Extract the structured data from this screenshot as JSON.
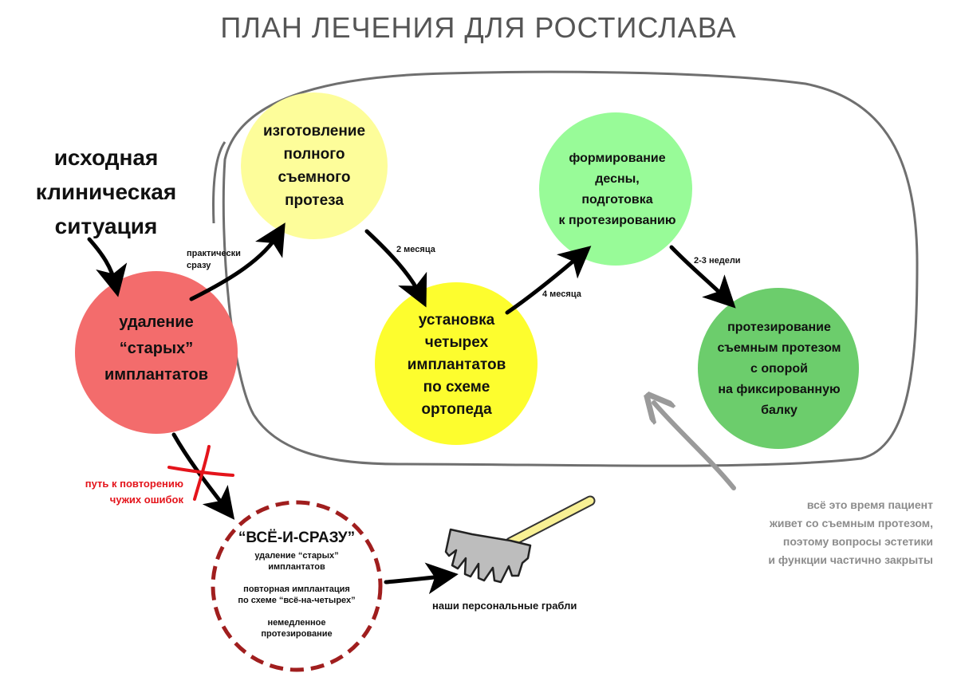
{
  "title": "ПЛАН ЛЕЧЕНИЯ ДЛЯ РОСТИСЛАВА",
  "start": {
    "text": "исходная\nклиническая\nситуация"
  },
  "nodes": {
    "removal": {
      "text": "удаление\n“старых”\nимплантатов",
      "color": "#f36c6c"
    },
    "denture": {
      "text": "изготовление\nполного\nсъемного\nпротеза",
      "color": "#fdfd9a"
    },
    "implants": {
      "text": "установка\nчетырех\nимплантатов\nпо схеме\nортопеда",
      "color": "#fdfd2e"
    },
    "gum": {
      "text": "формирование\nдесны,\nподготовка\nк протезированию",
      "color": "#98fb98"
    },
    "prosthesis": {
      "text": "протезирование\nсъемным протезом\nс опорой\nна фиксированную\nбалку",
      "color": "#6ccd6c"
    }
  },
  "arrow_labels": {
    "practically": "практически\nсразу",
    "two_months": "2 месяца",
    "four_months": "4 месяца",
    "two_three_weeks": "2-3 недели"
  },
  "wrong_path": {
    "label": "путь к повторению\nчужих ошибок",
    "color": "#e4141b"
  },
  "all_at_once": {
    "title": "“ВСЁ-И-СРАЗУ”",
    "lines": [
      "удаление “старых”",
      "имплантатов",
      "",
      "повторная имплантация",
      "по схеме “всё-на-четырех”",
      "",
      "немедленное",
      "протезирование"
    ],
    "border_color": "#a01e1e"
  },
  "rake_label": "наши персональные грабли",
  "gray_note": "всё это время пациент\nживет со съемным протезом,\nпоэтому вопросы эстетики\nи функции частично закрыты"
}
